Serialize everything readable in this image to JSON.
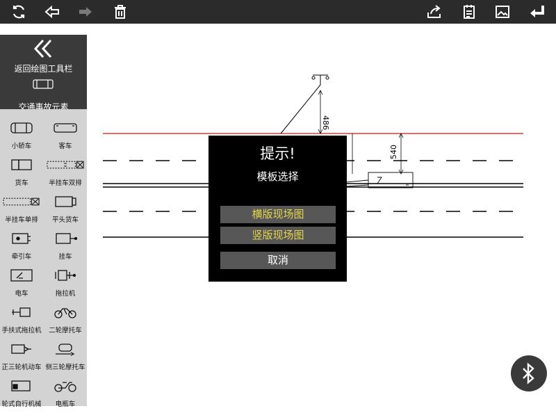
{
  "toolbar": {
    "left_icons": [
      "refresh-icon",
      "undo-icon",
      "redo-icon",
      "trash-icon"
    ],
    "right_icons": [
      "share-icon",
      "clipboard-icon",
      "image-icon",
      "return-icon"
    ]
  },
  "sidebar": {
    "back_label": "返回绘图工具栏",
    "category_label": "交通事故元素",
    "items": [
      {
        "label": "小轿车",
        "icon": "sedan-icon"
      },
      {
        "label": "客车",
        "icon": "bus-icon"
      },
      {
        "label": "货车",
        "icon": "truck-icon"
      },
      {
        "label": "半挂车双排",
        "icon": "semi-trailer-double-icon"
      },
      {
        "label": "半挂车单排",
        "icon": "semi-trailer-single-icon"
      },
      {
        "label": "平头货车",
        "icon": "flat-head-truck-icon"
      },
      {
        "label": "牵引车",
        "icon": "tractor-unit-icon"
      },
      {
        "label": "挂车",
        "icon": "trailer-icon"
      },
      {
        "label": "电车",
        "icon": "tram-icon"
      },
      {
        "label": "拖拉机",
        "icon": "farm-tractor-icon"
      },
      {
        "label": "手扶式拖拉机",
        "icon": "walking-tractor-icon"
      },
      {
        "label": "二轮摩托车",
        "icon": "motorcycle-icon"
      },
      {
        "label": "正三轮机动车",
        "icon": "three-wheeler-icon"
      },
      {
        "label": "侧三轮摩托车",
        "icon": "sidecar-motorcycle-icon"
      },
      {
        "label": "轮式自行机械",
        "icon": "wheeled-machine-icon"
      },
      {
        "label": "电瓶车",
        "icon": "e-bike-icon"
      }
    ]
  },
  "canvas": {
    "measurements": [
      "486",
      "540"
    ],
    "colors": {
      "reference_line": "#e01010",
      "lane": "#000000"
    }
  },
  "dialog": {
    "title": "提示!",
    "subtitle": "模板选择",
    "option_horizontal": "横版现场图",
    "option_vertical": "竖版现场图",
    "cancel": "取消"
  },
  "colors": {
    "toolbar_bg": "#2b2b2b",
    "sidebar_dark": "#3a3a3a",
    "palette_bg": "#d3d3d3",
    "dialog_bg": "#000000",
    "dialog_button": "#575757",
    "option_text": "#e5d64a"
  }
}
